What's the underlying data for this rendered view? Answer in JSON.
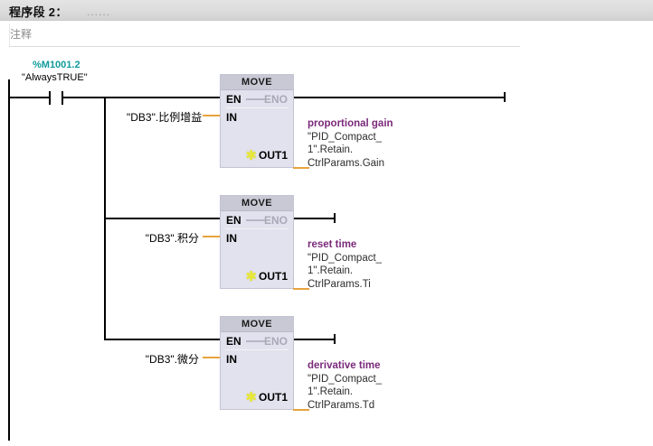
{
  "network": {
    "title": "程序段 2：",
    "title_placeholder": "......",
    "comment": "注释"
  },
  "rung": {
    "contact": {
      "address": "%M1001.2",
      "symbol": "\"AlwaysTRUE\""
    }
  },
  "blocks": [
    {
      "name": "MOVE",
      "en": "EN",
      "eno": "ENO",
      "in_pin": "IN",
      "out_pin": "OUT1",
      "in_operand": "\"DB3\".比例增益",
      "out_comment": "proportional gain",
      "out_operand_line1": "\"PID_Compact_",
      "out_operand_line2": "1\".Retain.",
      "out_operand_line3": "CtrlParams.Gain"
    },
    {
      "name": "MOVE",
      "en": "EN",
      "eno": "ENO",
      "in_pin": "IN",
      "out_pin": "OUT1",
      "in_operand": "\"DB3\".积分",
      "out_comment": "reset time",
      "out_operand_line1": "\"PID_Compact_",
      "out_operand_line2": "1\".Retain.",
      "out_operand_line3": "CtrlParams.Ti"
    },
    {
      "name": "MOVE",
      "en": "EN",
      "eno": "ENO",
      "in_pin": "IN",
      "out_pin": "OUT1",
      "in_operand": "\"DB3\".微分",
      "out_comment": "derivative time",
      "out_operand_line1": "\"PID_Compact_",
      "out_operand_line2": "1\".Retain.",
      "out_operand_line3": "CtrlParams.Td"
    }
  ],
  "colors": {
    "tag_address": "#0f9b9b",
    "out_comment": "#7a2a7a",
    "wire": "#000000",
    "operand_wire": "#e8a33d",
    "box_body": "#e2e2ee",
    "box_header": "#c9c9d6",
    "eno_disabled": "#a9a9b8"
  }
}
